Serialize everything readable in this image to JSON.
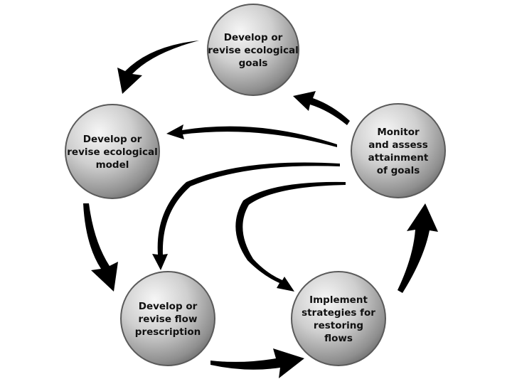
{
  "nodes": [
    {
      "id": "goals",
      "lines": [
        "Develop or",
        "revise ecological",
        "goals"
      ]
    },
    {
      "id": "monitor",
      "lines": [
        "Monitor",
        "and assess",
        "attainment",
        "of goals"
      ]
    },
    {
      "id": "model",
      "lines": [
        "Develop or",
        "revise ecological",
        "model"
      ]
    },
    {
      "id": "flow",
      "lines": [
        "Develop or",
        "revise flow",
        "prescription"
      ]
    },
    {
      "id": "implement",
      "lines": [
        "Implement",
        "strategies for",
        "restoring",
        "flows"
      ]
    }
  ],
  "edges": [
    {
      "from": "goals",
      "to": "model"
    },
    {
      "from": "model",
      "to": "flow"
    },
    {
      "from": "flow",
      "to": "implement"
    },
    {
      "from": "implement",
      "to": "monitor"
    },
    {
      "from": "monitor",
      "to": "goals"
    },
    {
      "from": "monitor",
      "to": "model"
    },
    {
      "from": "monitor",
      "to": "flow"
    },
    {
      "from": "monitor",
      "to": "implement"
    }
  ]
}
